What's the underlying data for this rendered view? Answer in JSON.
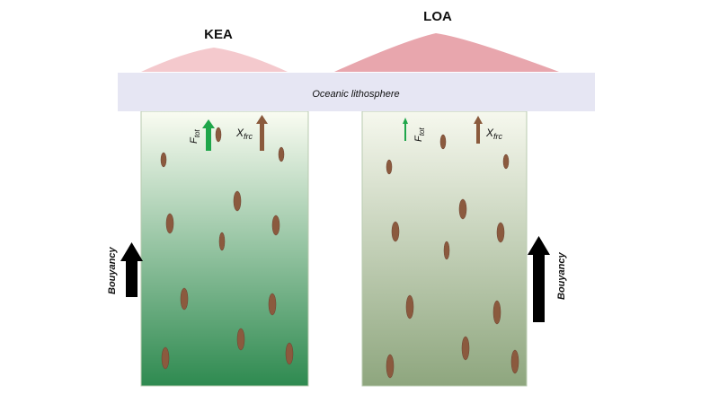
{
  "volcanoes": {
    "kea": {
      "label": "KEA",
      "color": "#f4c9cd"
    },
    "loa": {
      "label": "LOA",
      "color": "#e8a6ad"
    }
  },
  "lithosphere": {
    "label": "Oceanic lithosphere",
    "color": "#e6e6f3"
  },
  "plumes": {
    "kea": {
      "top_color": "#fafcf2",
      "bottom_color": "#2e8a50"
    },
    "loa": {
      "top_color": "#f6f8ee",
      "bottom_color": "#8ea67e"
    }
  },
  "arrows": {
    "f_tot": {
      "symbol": "F",
      "subscript": "tot",
      "color": "#1fa64a"
    },
    "x_frc": {
      "symbol": "X",
      "subscript": "frc",
      "color": "#8a5a3c"
    },
    "buoyancy": {
      "label": "Bouyancy",
      "color": "#000000"
    }
  },
  "blob_color": "#8b5a3e"
}
